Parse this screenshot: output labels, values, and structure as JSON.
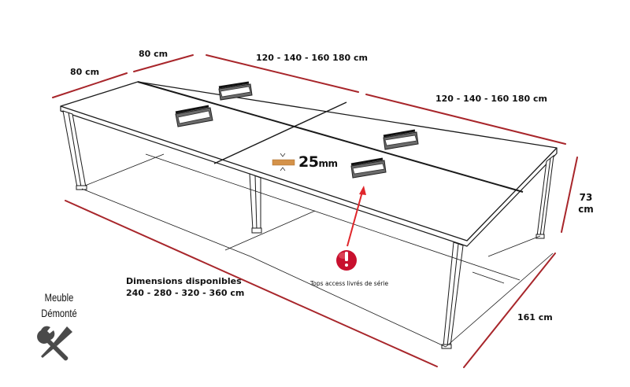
{
  "diagram": {
    "subject": "Bench desk table (4 tops) — dimensional drawing",
    "colors": {
      "dimension_line": "#a8262b",
      "outline": "#1a1a1a",
      "grommet": "#555555",
      "wood_sample": "#d4924a",
      "alert_red": "#c8102e"
    },
    "dimensions": {
      "depth_left": "80 cm",
      "depth_right": "80 cm",
      "top_length_back": "120 - 140 - 160 180 cm",
      "top_length_right": "120 - 140 - 160 180 cm",
      "height_line1": "73",
      "height_line2": "cm",
      "total_depth": "161 cm",
      "available_title": "Dimensions disponibles",
      "available_values": "240 - 280 - 320 - 360 cm"
    },
    "thickness": {
      "value": "25",
      "unit": "mm"
    },
    "callout": {
      "text": "Tops access livrés de série",
      "icon": "exclamation-alert-icon"
    },
    "badge": {
      "line1": "Meuble",
      "line2": "Démonté",
      "icon": "wrench-screwdriver-icon"
    }
  }
}
